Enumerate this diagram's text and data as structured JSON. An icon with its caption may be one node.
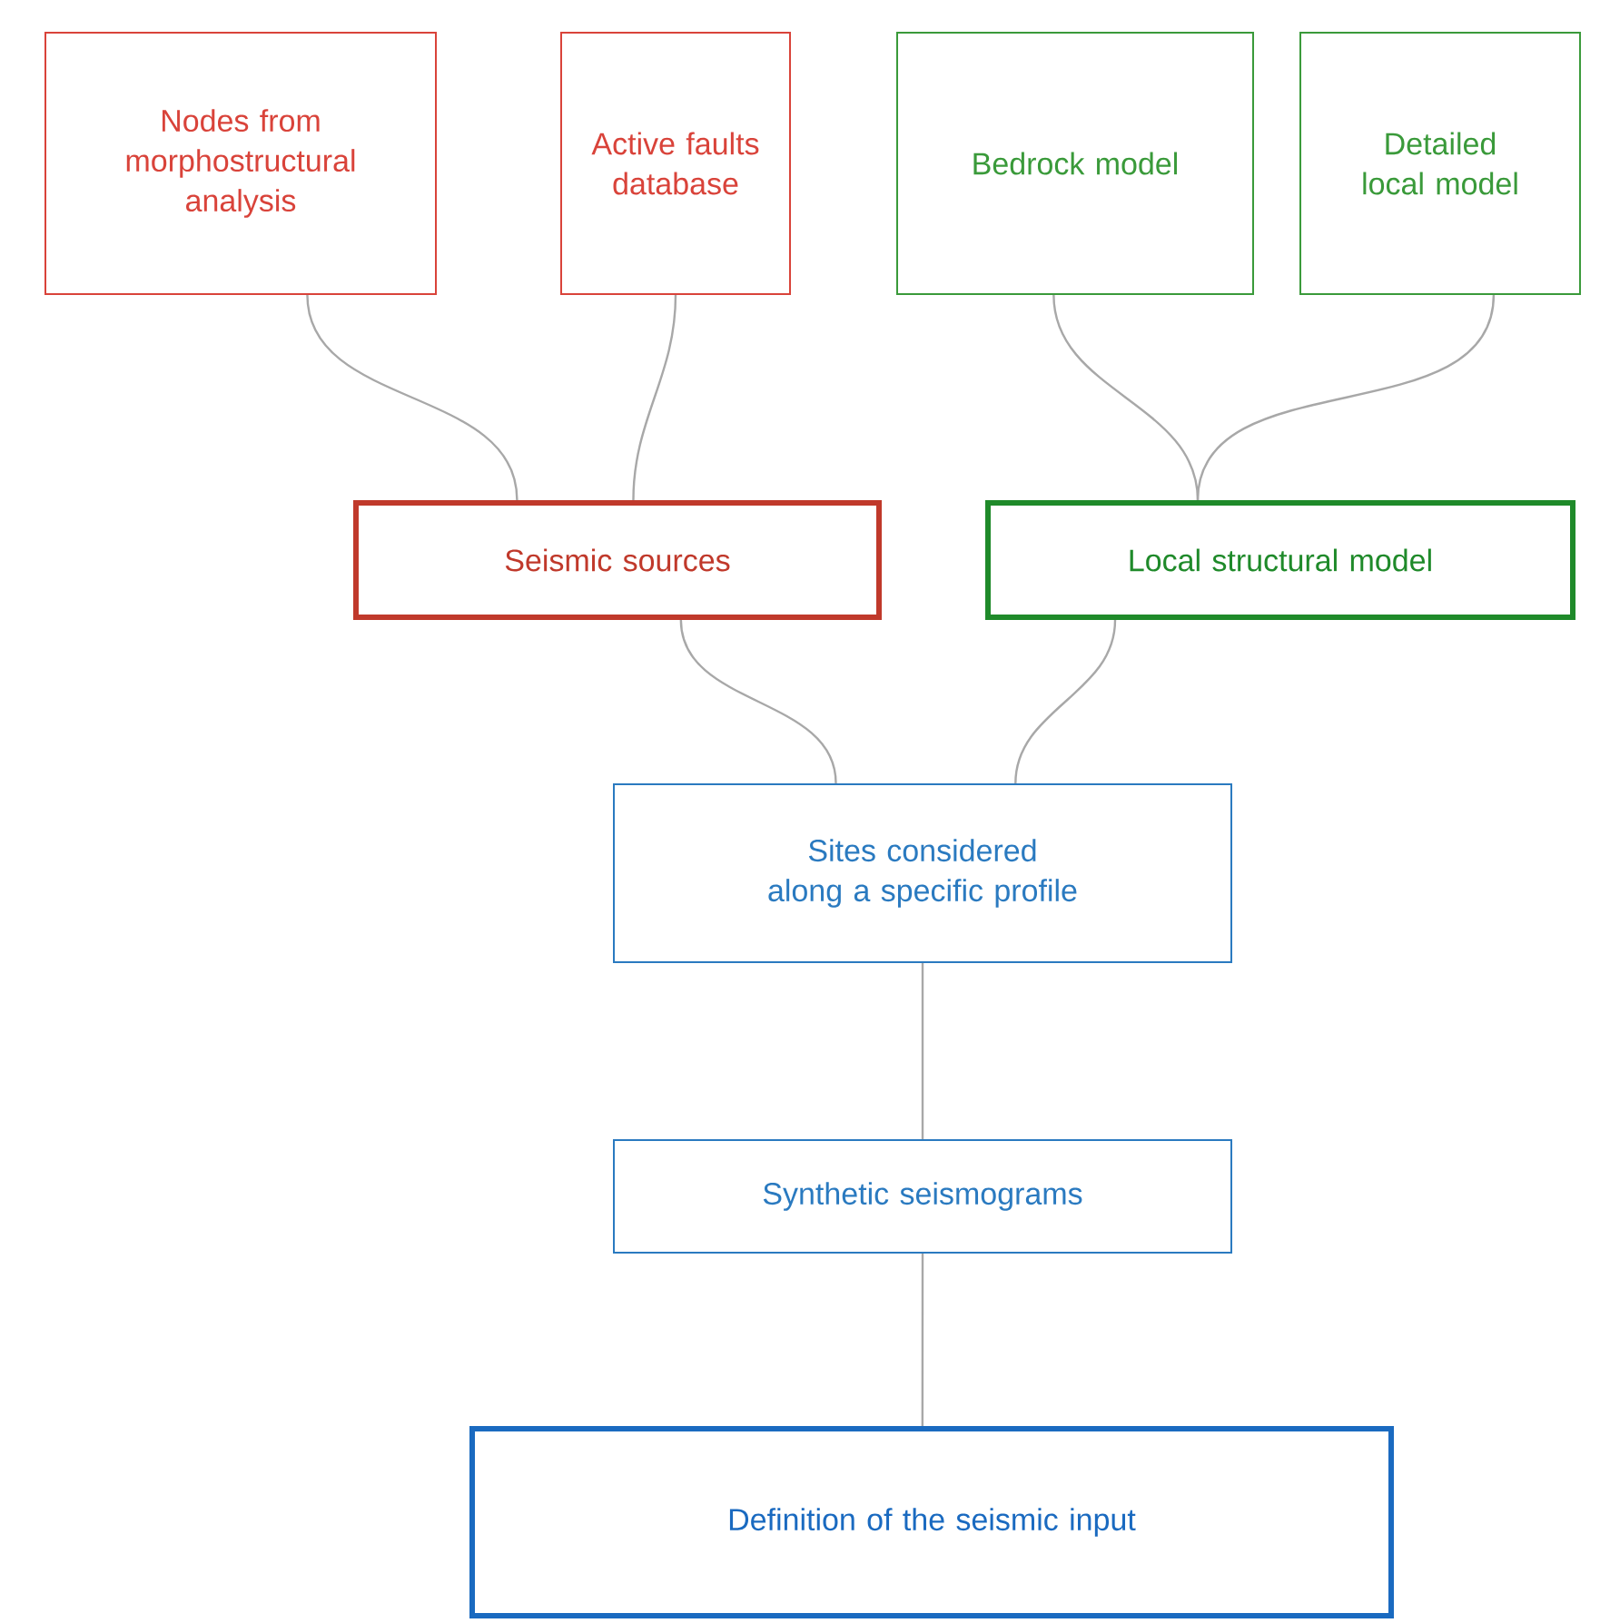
{
  "diagram": {
    "nodes": [
      {
        "text": [
          "Nodes from morphostructural analysis"
        ]
      },
      {
        "text": [
          "Active faults database"
        ]
      },
      {
        "text": [
          "Bedrock model"
        ]
      },
      {
        "text": [
          "Detailed local model"
        ]
      },
      {
        "text": [
          "Seismic sources"
        ]
      },
      {
        "text": [
          "Local structural model"
        ]
      },
      {
        "text": [
          "Sites considered along a specific profile"
        ]
      },
      {
        "text": [
          "Synthetic seismograms"
        ]
      },
      {
        "text": [
          "Definition of the seismic input"
        ]
      }
    ],
    "edges": [
      {
        "from": 0,
        "to": 4,
        "arrow": "none"
      },
      {
        "from": 1,
        "to": 4,
        "arrow": "none"
      },
      {
        "from": 2,
        "to": 5,
        "arrow": "none"
      },
      {
        "from": 3,
        "to": 5,
        "arrow": "none"
      },
      {
        "from": 4,
        "to": 6,
        "arrow": "none"
      },
      {
        "from": 5,
        "to": 6,
        "arrow": "none"
      },
      {
        "from": 6,
        "to": 7,
        "arrow": "none"
      },
      {
        "from": 7,
        "to": 8,
        "arrow": "none"
      }
    ]
  }
}
